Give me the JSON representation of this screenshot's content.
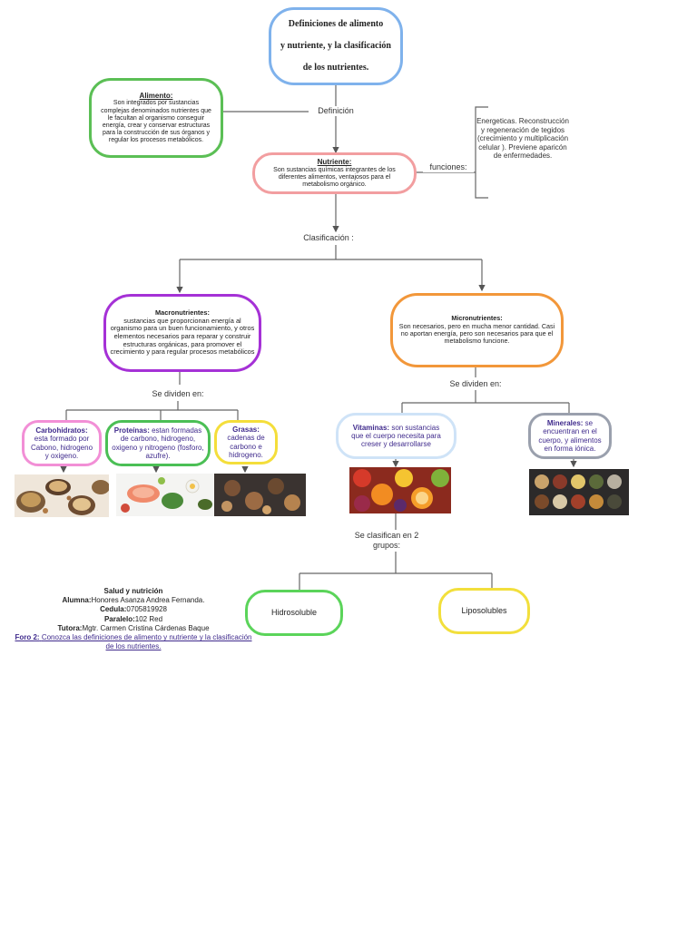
{
  "title": {
    "line1": "Definiciones de alimento",
    "line2": "y nutriente, y la clasificación",
    "line3": "de los nutrientes."
  },
  "alimento": {
    "heading": "Alimento:",
    "text": "Son integrados por sustancias complejas denominados nutrientes que le facultan al organismo conseguir energía, crear y conservar estructuras para la construcción de sus órganos y regular los procesos metabólicos."
  },
  "definicion_label": "Definición",
  "nutriente": {
    "heading": "Nutriente:",
    "text": "Son sustancias químicas integrantes de los diferentes alimentos, ventajosos para el metabolismo orgánico."
  },
  "funciones": {
    "label": "funciones:",
    "text": "Energeticas. Reconstrucción y regeneración de tegidos (crecimiento y multiplicación celular ). Previene aparicón de enfermedades."
  },
  "clasificacion_label": "Clasificación :",
  "macro": {
    "heading": "Macronutrientes:",
    "text": "sustancias que proporcionan energía al organismo para un buen funcionamiento, y otros elementos necesarios para reparar y construir estructuras orgánicas, para promover el crecimiento y para regular procesos metabólicos"
  },
  "micro": {
    "heading": "Micronutrientes:",
    "text": "Son necesarios, pero en mucha menor cantidad. Casi no aportan energía, pero son necesarios para que el metabolismo funcione."
  },
  "se_dividen_macro": "Se dividen en:",
  "se_dividen_micro": "Se dividen en:",
  "carbohidratos": {
    "heading": "Carbohidratos",
    "text": "esta formado por Cabono, hidrogeno y oxigeno."
  },
  "proteinas": {
    "heading": "Proteínas",
    "text": "estan formadas de carbono, hidrogeno, oxigeno y nitrogeno (fosforo, azufre)."
  },
  "grasas": {
    "heading": "Grasas",
    "text": "cadenas de carbono e hidrogeno."
  },
  "vitaminas": {
    "heading": "Vitaminas",
    "text": "son sustancias que el cuerpo necesita para creser y desarrollarse"
  },
  "minerales": {
    "heading": "Minerales",
    "text": "se encuentran en el cuerpo, y alimentos en forma iónica."
  },
  "se_clasifican": "Se clasifican en 2 grupos:",
  "hidrosoluble": "Hidrosoluble",
  "liposolubles": "Liposolubles",
  "footer": {
    "line1": "Salud y nutrición",
    "alumna_label": "Alumna:",
    "alumna": "Honores Asanza Andrea Fernanda.",
    "cedula_label": "Cedula:",
    "cedula": "0705819928",
    "paralelo_label": "Paralelo:",
    "paralelo": "102 Red",
    "tutora_label": "Tutora:",
    "tutora": "Mgtr. Carmen Cristina Cárdenas Baque",
    "foro_label": "Foro 2:",
    "foro": "Conozca las definiciones de alimento y nutriente  y la clasificación de los nutrientes."
  },
  "colors": {
    "title_border": "#7fb2ec",
    "alimento_border": "#5bbf55",
    "nutriente_border": "#f29ea0",
    "macro_border": "#a531d6",
    "micro_border": "#f2973a",
    "carbohidratos_border": "#f28fd6",
    "proteinas_border": "#4bbf55",
    "grasas_border": "#f4de3b",
    "vitaminas_border": "#cfe3f7",
    "minerales_border": "#9aa0ad",
    "hidrosoluble_border": "#5bd45a",
    "liposolubles_border": "#f2df3c",
    "heading_purple": "#3f2a8c"
  }
}
